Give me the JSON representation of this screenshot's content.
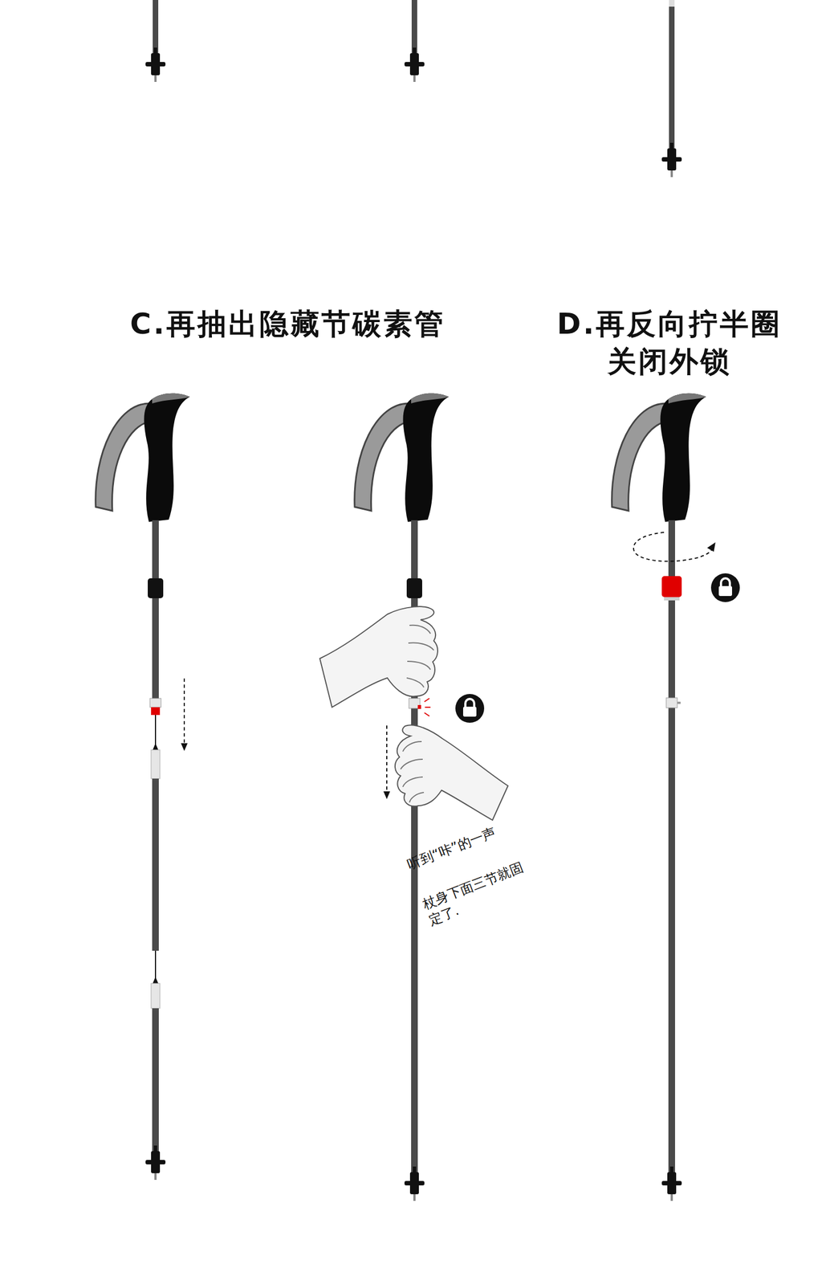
{
  "diagram": {
    "labels": [
      "C.再抽出隐藏节碳素管",
      "D.再反向拧半圈 关闭外锁",
      "听到“咔”的一声",
      "杖身下面三节就固定了."
    ]
  }
}
